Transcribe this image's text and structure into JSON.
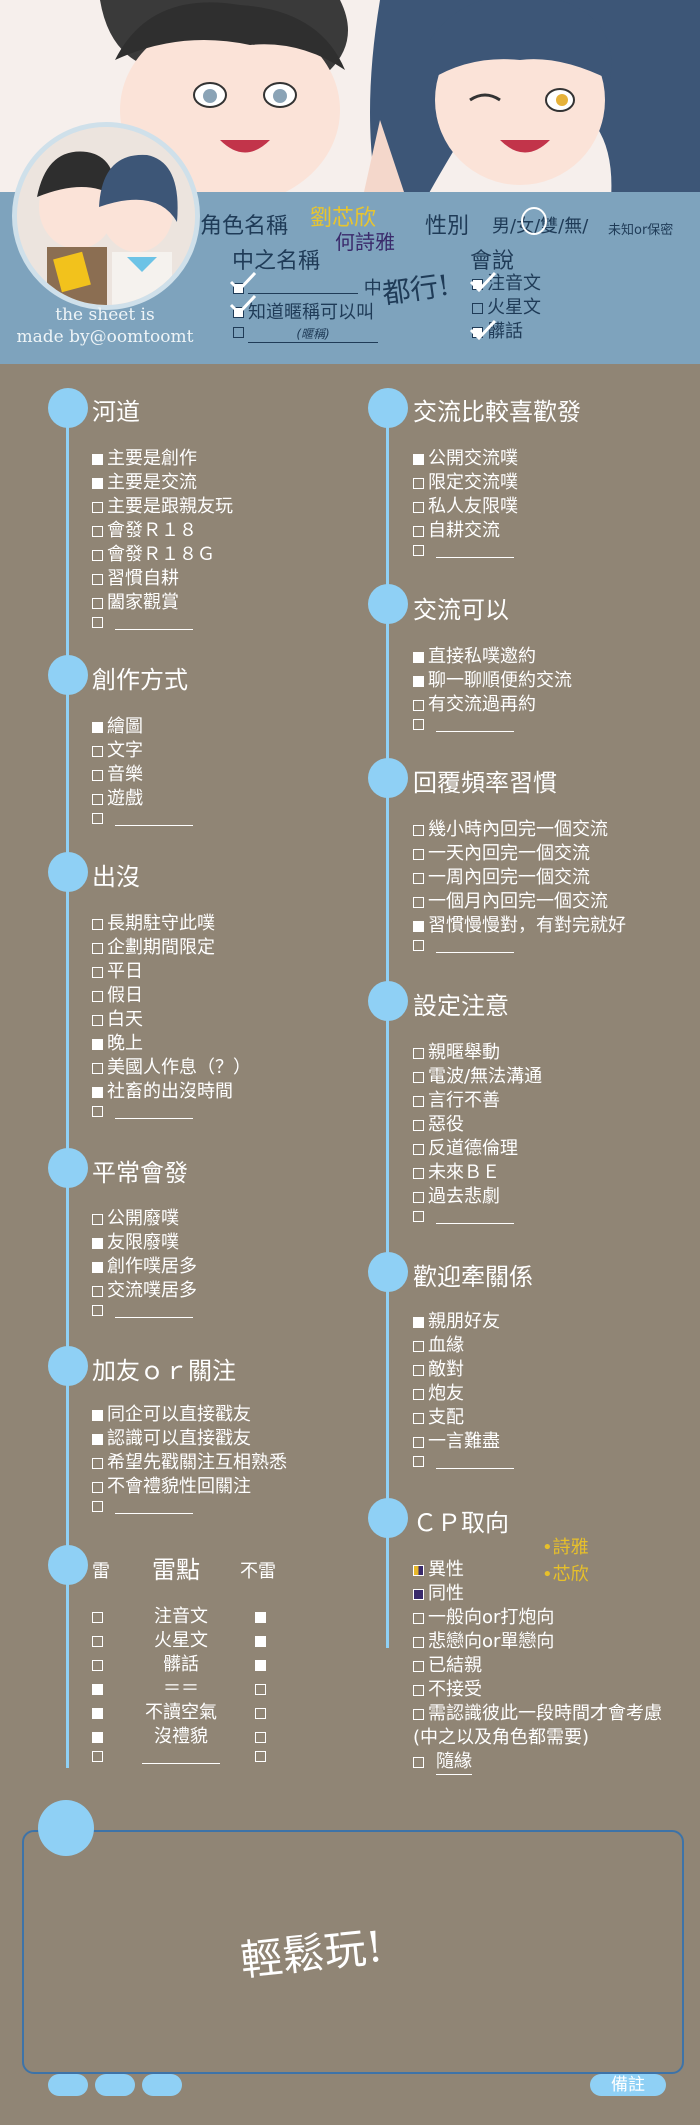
{
  "header": {
    "char_name_label": "角色名稱",
    "char_name_1": "劉芯欣",
    "char_name_2": "何詩雅",
    "gender_label": "性別",
    "gender_options": "男/女/雙/無/",
    "gender_note": "未知or保密",
    "inner_name_label": "中之名稱",
    "inner_suffix": "中",
    "inner_opt2": "知道暱稱可以叫",
    "inner_opt3_hint": "(暱稱)",
    "handwrite_du": "都行!",
    "language_label": "會說",
    "lang_options": [
      {
        "label": "注音文",
        "checked": true
      },
      {
        "label": "火星文",
        "checked": false
      },
      {
        "label": "髒話",
        "checked": true
      }
    ],
    "credit_line1": "the sheet is",
    "credit_line2": "made by@oomtoomt"
  },
  "left": [
    {
      "title": "河道",
      "items": [
        {
          "label": "主要是創作",
          "checked": true
        },
        {
          "label": "主要是交流",
          "checked": true
        },
        {
          "label": "主要是跟親友玩",
          "checked": false
        },
        {
          "label": "會發Ｒ１８",
          "checked": false
        },
        {
          "label": "會發Ｒ１８Ｇ",
          "checked": false
        },
        {
          "label": "習慣自耕",
          "checked": false
        },
        {
          "label": "闔家觀賞",
          "checked": false
        }
      ]
    },
    {
      "title": "創作方式",
      "items": [
        {
          "label": "繪圖",
          "checked": true
        },
        {
          "label": "文字",
          "checked": false
        },
        {
          "label": "音樂",
          "checked": false
        },
        {
          "label": "遊戲",
          "checked": false
        }
      ]
    },
    {
      "title": "出沒",
      "items": [
        {
          "label": "長期駐守此噗",
          "checked": false
        },
        {
          "label": "企劃期間限定",
          "checked": false
        },
        {
          "label": "平日",
          "checked": false
        },
        {
          "label": "假日",
          "checked": false
        },
        {
          "label": "白天",
          "checked": false
        },
        {
          "label": "晚上",
          "checked": true
        },
        {
          "label": "美國人作息（？）",
          "checked": false
        },
        {
          "label": "社畜的出沒時間",
          "checked": true
        }
      ]
    },
    {
      "title": "平常會發",
      "items": [
        {
          "label": "公開廢噗",
          "checked": false
        },
        {
          "label": "友限廢噗",
          "checked": true
        },
        {
          "label": "創作噗居多",
          "checked": true
        },
        {
          "label": "交流噗居多",
          "checked": false
        }
      ]
    },
    {
      "title": "加友ｏｒ關注",
      "items": [
        {
          "label": "同企可以直接戳友",
          "checked": true
        },
        {
          "label": "認識可以直接戳友",
          "checked": true
        },
        {
          "label": "希望先戳關注互相熟悉",
          "checked": false
        },
        {
          "label": "不會禮貌性回關注",
          "checked": false
        }
      ]
    }
  ],
  "thunder": {
    "title": "雷點",
    "col_left": "雷",
    "col_right": "不雷",
    "rows": [
      {
        "label": "注音文",
        "lei": false,
        "bulei": true
      },
      {
        "label": "火星文",
        "lei": false,
        "bulei": true
      },
      {
        "label": "髒話",
        "lei": false,
        "bulei": true
      },
      {
        "label": "＝＝",
        "lei": true,
        "bulei": false
      },
      {
        "label": "不讀空氣",
        "lei": true,
        "bulei": false
      },
      {
        "label": "沒禮貌",
        "lei": true,
        "bulei": false
      },
      {
        "label": "",
        "lei": false,
        "bulei": false
      }
    ]
  },
  "right": [
    {
      "title": "交流比較喜歡發",
      "items": [
        {
          "label": "公開交流噗",
          "checked": true
        },
        {
          "label": "限定交流噗",
          "checked": false
        },
        {
          "label": "私人友限噗",
          "checked": false
        },
        {
          "label": "自耕交流",
          "checked": false
        }
      ]
    },
    {
      "title": "交流可以",
      "items": [
        {
          "label": "直接私噗邀約",
          "checked": true
        },
        {
          "label": "聊一聊順便約交流",
          "checked": true
        },
        {
          "label": "有交流過再約",
          "checked": false
        }
      ]
    },
    {
      "title": "回覆頻率習慣",
      "items": [
        {
          "label": "幾小時內回完一個交流",
          "checked": false
        },
        {
          "label": "一天內回完一個交流",
          "checked": false
        },
        {
          "label": "一周內回完一個交流",
          "checked": false
        },
        {
          "label": "一個月內回完一個交流",
          "checked": false
        },
        {
          "label": "習慣慢慢對，有對完就好",
          "checked": true
        }
      ]
    },
    {
      "title": "設定注意",
      "items": [
        {
          "label": "親暱舉動",
          "checked": false
        },
        {
          "label": "電波/無法溝通",
          "checked": false
        },
        {
          "label": "言行不善",
          "checked": false
        },
        {
          "label": "惡役",
          "checked": false
        },
        {
          "label": "反道德倫理",
          "checked": false
        },
        {
          "label": "未來ＢＥ",
          "checked": false
        },
        {
          "label": "過去悲劇",
          "checked": false
        }
      ]
    },
    {
      "title": "歡迎牽關係",
      "items": [
        {
          "label": "親朋好友",
          "checked": true
        },
        {
          "label": "血緣",
          "checked": false
        },
        {
          "label": "敵對",
          "checked": false
        },
        {
          "label": "炮友",
          "checked": false
        },
        {
          "label": "支配",
          "checked": false
        },
        {
          "label": "一言難盡",
          "checked": false
        }
      ]
    }
  ],
  "cp": {
    "title": "ＣＰ取向",
    "items": [
      {
        "label": "異性",
        "checked": true
      },
      {
        "label": "同性",
        "checked": true
      },
      {
        "label": "一般向or打炮向",
        "checked": false
      },
      {
        "label": "悲戀向or單戀向",
        "checked": false
      },
      {
        "label": "已結親",
        "checked": false
      },
      {
        "label": "不接受",
        "checked": false
      },
      {
        "label": "需認識彼此一段時間才會考慮",
        "checked": false
      }
    ],
    "note": "(中之以及角色都需要)",
    "last_hand": "隨緣",
    "tag_1": "•詩雅",
    "tag_2": "•芯欣",
    "colors": {
      "tag1": "#e7c02a",
      "tag2": "#e7c02a",
      "box1": "#e7b82a",
      "box2": "#3a2a6b"
    }
  },
  "memo": {
    "text": "輕鬆玩!",
    "label": "備註"
  }
}
